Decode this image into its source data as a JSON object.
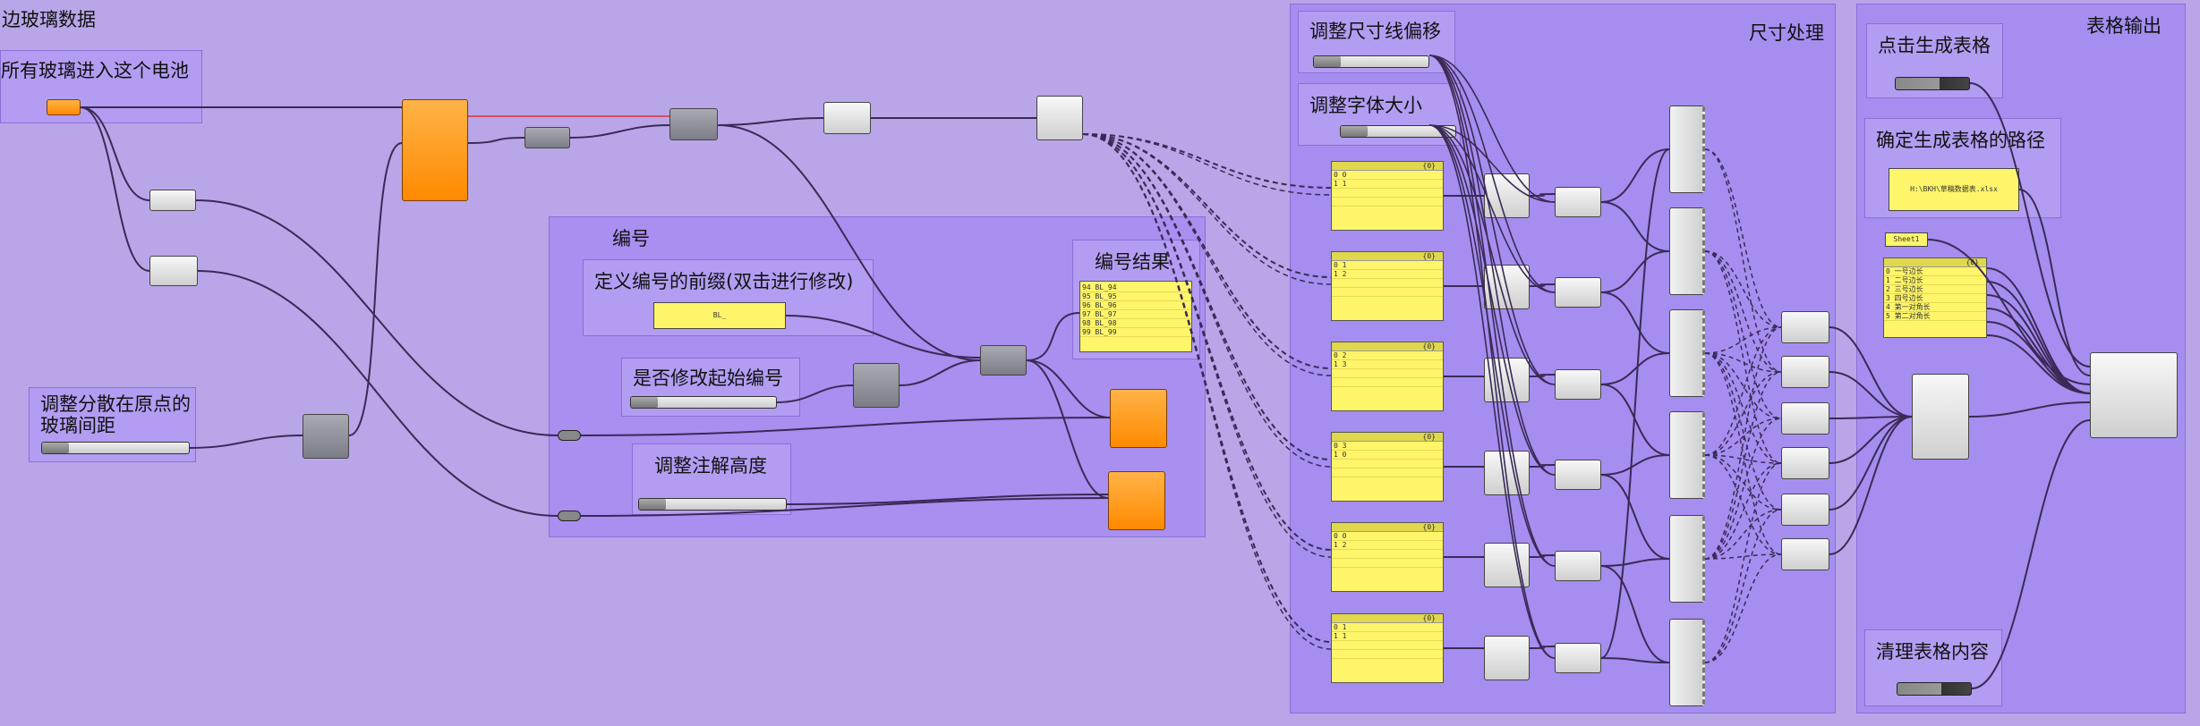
{
  "titles": {
    "glass_data": "边玻璃数据",
    "all_glass_in": "所有玻璃进入这个电池",
    "spread_distance": "调整分散在原点的玻璃间距",
    "numbering": "编号",
    "prefix": "定义编号的前缀(双击进行修改)",
    "modify_start": "是否修改起始编号",
    "annotation_height": "调整注解高度",
    "number_result": "编号结果",
    "dim_offset": "调整尺寸线偏移",
    "font_size": "调整字体大小",
    "dim_processing": "尺寸处理",
    "table_output": "表格输出",
    "generate_table": "点击生成表格",
    "table_path": "确定生成表格的路径",
    "clear_table": "清理表格内容"
  },
  "prefix_value": "BL_",
  "path_value": "H:\\BKH\\草稿数据表.xlsx",
  "sheet_value": "Sheet1",
  "number_result_rows": [
    "94 BL_94",
    "95 BL_95",
    "96 BL_96",
    "97 BL_97",
    "98 BL_98",
    "99 BL_99"
  ],
  "dim_panels": [
    {
      "hdr": "{0}",
      "rows": [
        "0 0",
        "1 1"
      ]
    },
    {
      "hdr": "{0}",
      "rows": [
        "0 1",
        "1 2"
      ]
    },
    {
      "hdr": "{0}",
      "rows": [
        "0 2",
        "1 3"
      ]
    },
    {
      "hdr": "{0}",
      "rows": [
        "0 3",
        "1 0"
      ]
    },
    {
      "hdr": "{0}",
      "rows": [
        "0 0",
        "1 2"
      ]
    },
    {
      "hdr": "{0}",
      "rows": [
        "0 1",
        "1 1"
      ]
    }
  ],
  "edge_list": {
    "hdr": "{0}",
    "rows": [
      "0 一号边长",
      "1 二号边长",
      "2 三号边长",
      "3 四号边长",
      "4 第一对角长",
      "5 第二对角长"
    ]
  },
  "colors": {
    "canvas": "#b9a6e8",
    "group": "#a98ff0",
    "orange": "#ff8a00",
    "panel_yellow": "#fff56a",
    "wire": "#3a2a55",
    "red_wire": "#e03030"
  }
}
